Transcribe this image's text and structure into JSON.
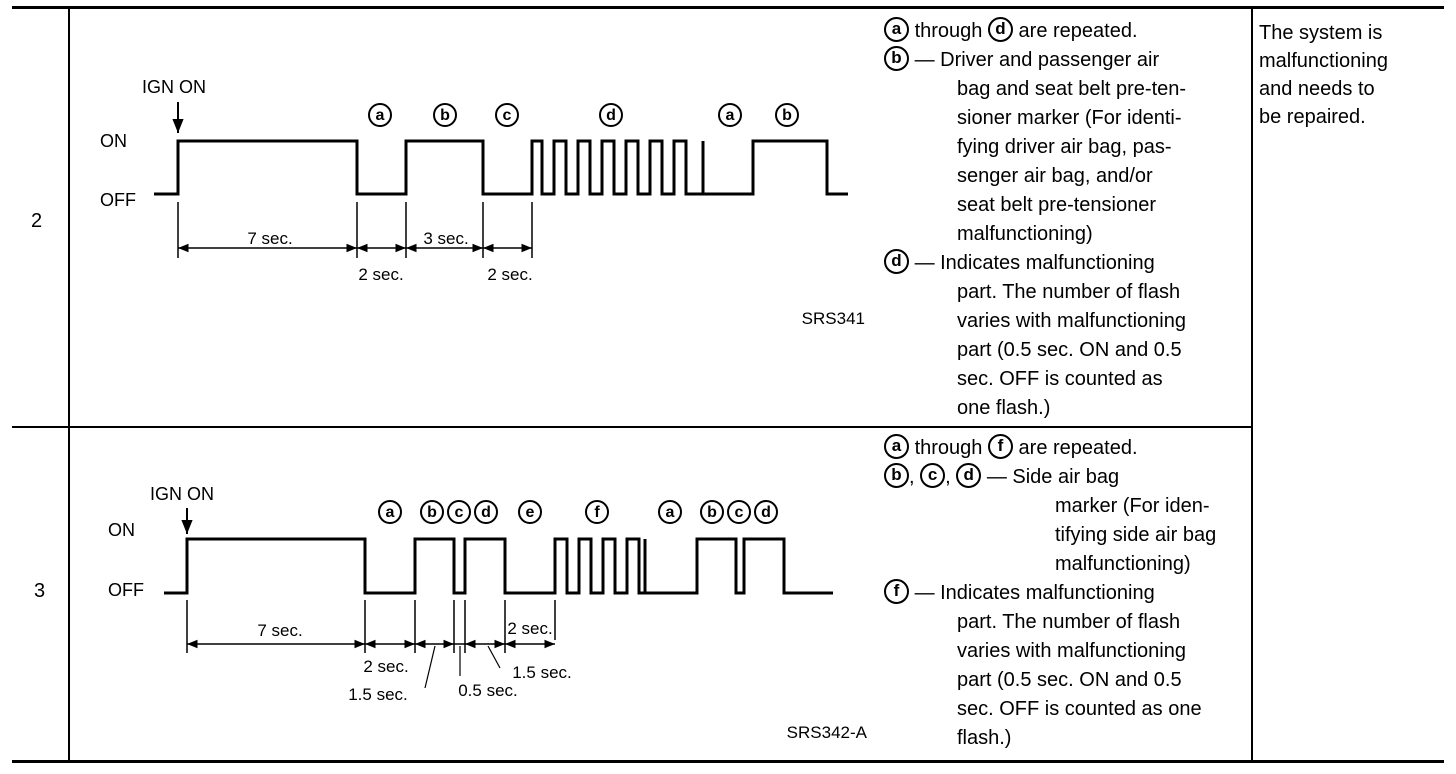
{
  "rows": [
    {
      "number": "2",
      "diagram": {
        "ign_label": "IGN ON",
        "on_label": "ON",
        "off_label": "OFF",
        "markers": [
          "a",
          "b",
          "c",
          "d",
          "a",
          "b"
        ],
        "timings": [
          "7 sec.",
          "3 sec.",
          "2 sec.",
          "2 sec."
        ],
        "ref_code": "SRS341"
      },
      "description": {
        "line1_through": "through",
        "line1_rest": "are repeated.",
        "b_lines": [
          "— Driver and passenger air",
          "bag and seat belt pre-ten-",
          "sioner marker (For identi-",
          "fying driver air bag, pas-",
          "senger air bag, and/or",
          "seat belt pre-tensioner",
          "malfunctioning)"
        ],
        "d_lines": [
          "— Indicates malfunctioning",
          "part. The number of flash",
          "varies with malfunctioning",
          "part (0.5 sec. ON and 0.5",
          "sec. OFF is counted as",
          "one flash.)"
        ]
      }
    },
    {
      "number": "3",
      "diagram": {
        "ign_label": "IGN ON",
        "on_label": "ON",
        "off_label": "OFF",
        "markers": [
          "a",
          "b",
          "c",
          "d",
          "e",
          "f",
          "a",
          "b",
          "c",
          "d"
        ],
        "timings": [
          "7 sec.",
          "2 sec.",
          "1.5 sec.",
          "0.5 sec.",
          "1.5 sec.",
          "2 sec."
        ],
        "ref_code": "SRS342-A"
      },
      "description": {
        "line1_through": "through",
        "line1_rest": "are repeated.",
        "sep": ",",
        "bcd_lines": [
          "— Side air bag",
          "marker (For iden-",
          "tifying side air bag",
          "malfunctioning)"
        ],
        "f_lines": [
          "— Indicates malfunctioning",
          "part. The number of flash",
          "varies with malfunctioning",
          "part (0.5 sec. ON and 0.5",
          "sec. OFF is counted as one",
          "flash.)"
        ]
      }
    }
  ],
  "status": {
    "lines": [
      "The system is",
      "malfunctioning",
      "and needs to",
      "be repaired."
    ]
  }
}
